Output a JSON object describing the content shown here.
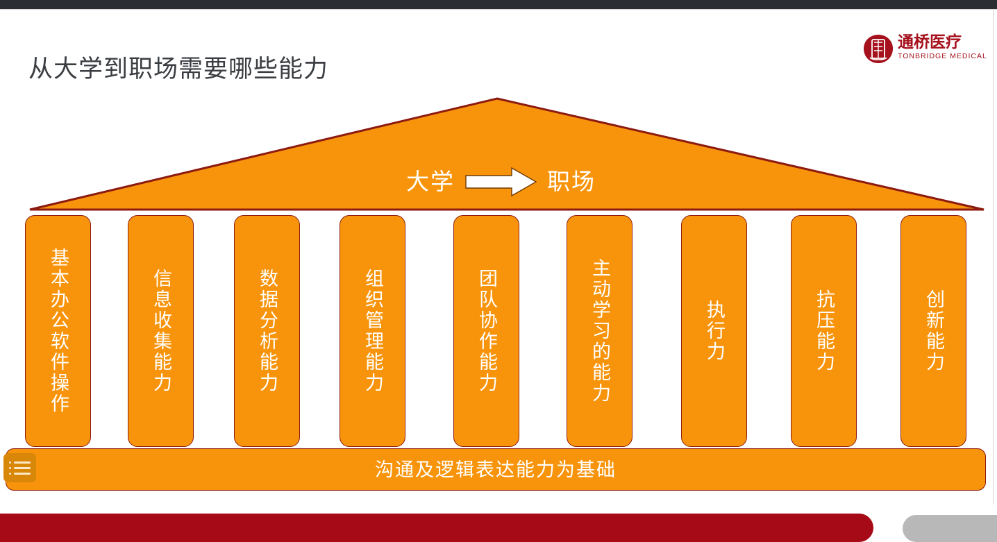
{
  "app": {
    "chrome_bar_color": "#2b2f33"
  },
  "slide": {
    "title": "从大学到职场需要哪些能力",
    "background": "#ffffff",
    "accent_orange": "#F8940B",
    "accent_outline": "#8C1A10",
    "accent_red": "#A50A16"
  },
  "logo": {
    "cn_name": "通桥医疗",
    "en_name": "TONBRIDGE MEDICAL",
    "color": "#a5111c",
    "mark_icon": "tonbridge-seal-icon"
  },
  "roof": {
    "from_label": "大学",
    "arrow_icon": "right-block-arrow-icon",
    "to_label": "职场"
  },
  "pillars": [
    {
      "label": "基本办公软件操作"
    },
    {
      "label": "信息收集能力"
    },
    {
      "label": "数据分析能力"
    },
    {
      "label": "组织管理能力"
    },
    {
      "label": "团队协作能力"
    },
    {
      "label": "主动学习的能力"
    },
    {
      "label": "执行力"
    },
    {
      "label": "抗压能力"
    },
    {
      "label": "创新能力"
    }
  ],
  "base": {
    "label": "沟通及逻辑表达能力为基础",
    "icon": "bullet-list-icon"
  }
}
